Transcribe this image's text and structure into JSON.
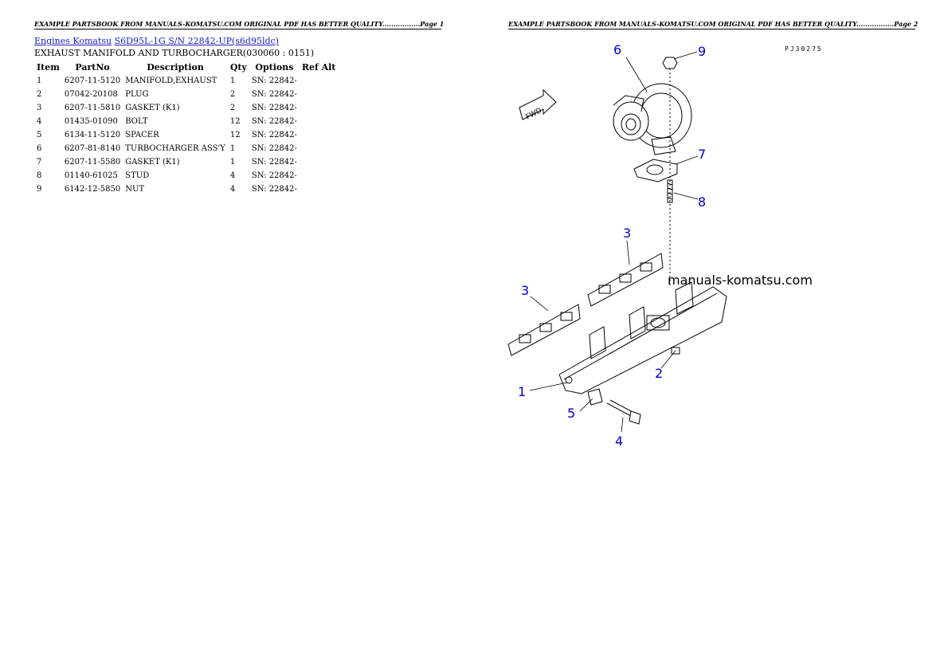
{
  "headers": {
    "page1": "EXAMPLE PARTSBOOK FROM MANUALS-KOMATSU.COM ORIGINAL PDF HAS BETTER QUALITY.................Page 1",
    "page2": "EXAMPLE PARTSBOOK FROM MANUALS-KOMATSU.COM ORIGINAL PDF HAS BETTER QUALITY.................Page 2"
  },
  "breadcrumb": {
    "link1": "Engines Komatsu",
    "link2": "S6D95L-1G S/N 22842-UP(s6d95ldc)"
  },
  "section_title": "EXHAUST MANIFOLD AND TURBOCHARGER(030060 : 0151)",
  "table": {
    "columns": [
      "Item",
      "PartNo",
      "Description",
      "Qty",
      "Options",
      "Ref Alt"
    ],
    "rows": [
      {
        "item": "1",
        "partno": "6207-11-5120",
        "description": "MANIFOLD,EXHAUST",
        "qty": "1",
        "options": "SN: 22842-",
        "ref_alt": ""
      },
      {
        "item": "2",
        "partno": "07042-20108",
        "description": "PLUG",
        "qty": "2",
        "options": "SN: 22842-",
        "ref_alt": ""
      },
      {
        "item": "3",
        "partno": "6207-11-5810",
        "description": "GASKET (K1)",
        "qty": "2",
        "options": "SN: 22842-",
        "ref_alt": ""
      },
      {
        "item": "4",
        "partno": "01435-01090",
        "description": "BOLT",
        "qty": "12",
        "options": "SN: 22842-",
        "ref_alt": ""
      },
      {
        "item": "5",
        "partno": "6134-11-5120",
        "description": "SPACER",
        "qty": "12",
        "options": "SN: 22842-",
        "ref_alt": ""
      },
      {
        "item": "6",
        "partno": "6207-81-8140",
        "description": "TURBOCHARGER ASS'Y",
        "qty": "1",
        "options": "SN: 22842-",
        "ref_alt": ""
      },
      {
        "item": "7",
        "partno": "6207-11-5580",
        "description": "GASKET (K1)",
        "qty": "1",
        "options": "SN: 22842-",
        "ref_alt": ""
      },
      {
        "item": "8",
        "partno": "01140-61025",
        "description": "STUD",
        "qty": "4",
        "options": "SN: 22842-",
        "ref_alt": ""
      },
      {
        "item": "9",
        "partno": "6142-12-5850",
        "description": "NUT",
        "qty": "4",
        "options": "SN: 22842-",
        "ref_alt": ""
      }
    ]
  },
  "diagram": {
    "code": "PJ30275",
    "fwd_label": "FWD",
    "watermark": "manuals-komatsu.com",
    "callouts": {
      "c1": "1",
      "c2": "2",
      "c3a": "3",
      "c3b": "3",
      "c4": "4",
      "c5": "5",
      "c6": "6",
      "c7": "7",
      "c8": "8",
      "c9": "9"
    },
    "callout_color": "#0000cc"
  }
}
